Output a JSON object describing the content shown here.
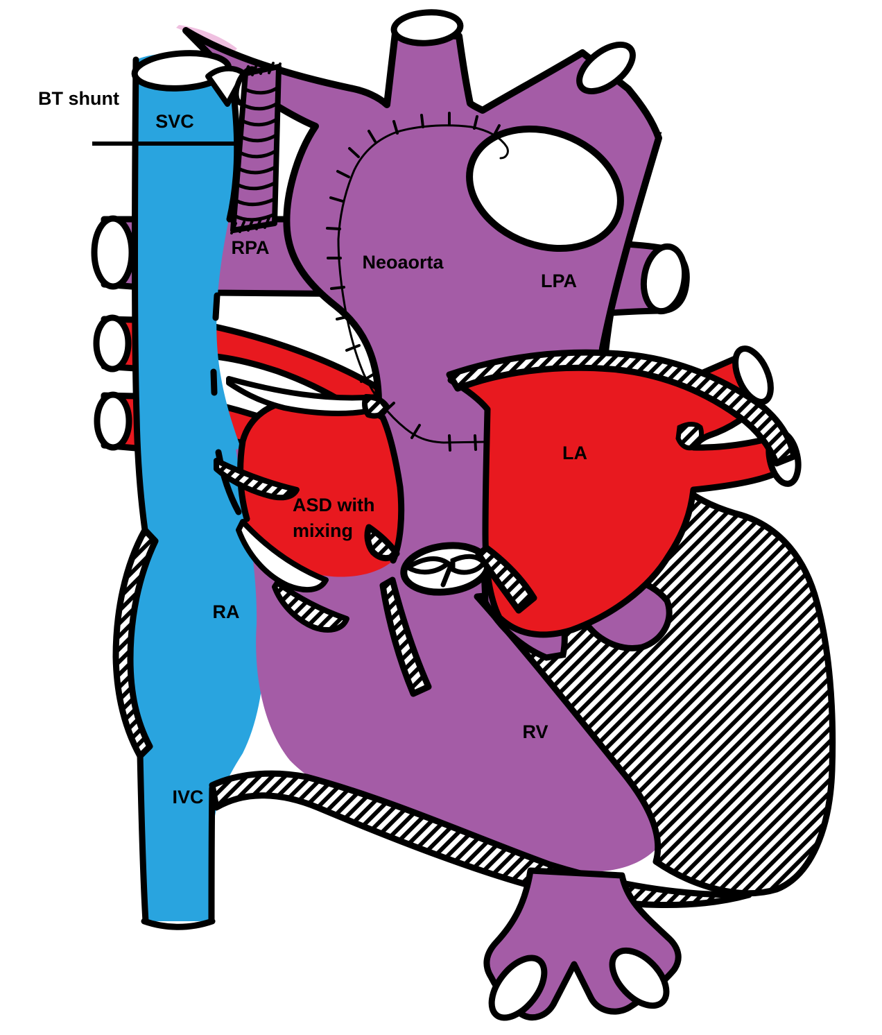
{
  "diagram": {
    "description": "Heart diagram after Norwood stage 1 palliation with BT shunt, neoaorta reconstruction and atrial septal defect with mixing",
    "labels": {
      "bt_shunt": "BT shunt",
      "svc": "SVC",
      "rpa": "RPA",
      "neoaorta": "Neoaorta",
      "lpa": "LPA",
      "la": "LA",
      "asd_line1": "ASD with",
      "asd_line2": "mixing",
      "ra": "RA",
      "rv": "RV",
      "ivc": "IVC"
    },
    "colors": {
      "deoxygenated_blue": "#29A4DF",
      "oxygenated_red": "#E8191F",
      "mixed_purple": "#A45CA6",
      "graft_pink": "#EFC0E0",
      "outline_black": "#000000",
      "background_white": "#FFFFFF"
    }
  }
}
